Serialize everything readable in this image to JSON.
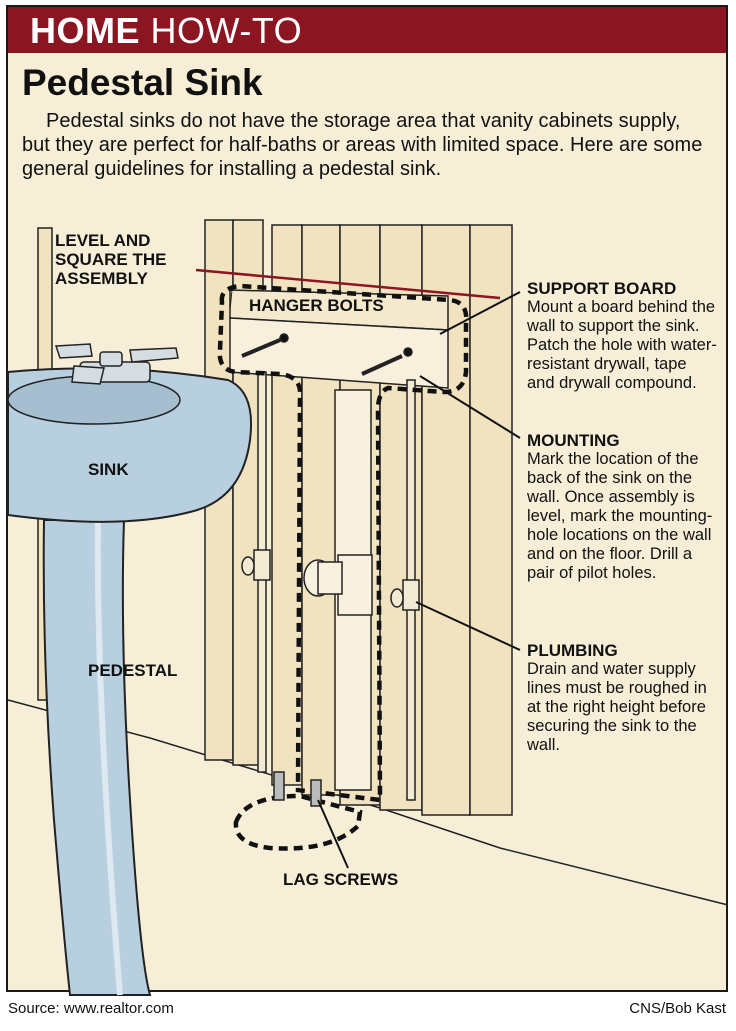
{
  "banner": {
    "bold": "HOME",
    "rest": "HOW-TO"
  },
  "title": "Pedestal Sink",
  "intro": "Pedestal sinks do not have the storage area that vanity cabinets supply, but they are perfect for half-baths or areas with limited space. Here are some general guidelines for installing a pedestal sink.",
  "labels": {
    "level": "LEVEL AND\nSQUARE THE\nASSEMBLY",
    "hanger_bolts": "HANGER BOLTS",
    "sink": "SINK",
    "pedestal": "PEDESTAL",
    "lag_screws": "LAG SCREWS"
  },
  "callouts": {
    "support_board": {
      "title": "SUPPORT BOARD",
      "text": "Mount a board behind the wall to support the sink. Patch the hole with water-resistant drywall, tape and drywall compound."
    },
    "mounting": {
      "title": "MOUNTING",
      "text": "Mark the location of the back of the sink on the wall. Once assembly is level, mark the mounting-hole locations on the wall and on the floor. Drill a pair of pilot holes."
    },
    "plumbing": {
      "title": "PLUMBING",
      "text": "Drain and water supply lines must be roughed in at the right height before securing the sink to the wall."
    }
  },
  "footer": {
    "source": "Source: www.realtor.com",
    "credit": "CNS/Bob Kast"
  },
  "colors": {
    "banner": "#8c1522",
    "background": "#f6eed7",
    "sink": "#b8cfdf",
    "level_line": "#8c1522",
    "wood": "#f1e3bf"
  }
}
